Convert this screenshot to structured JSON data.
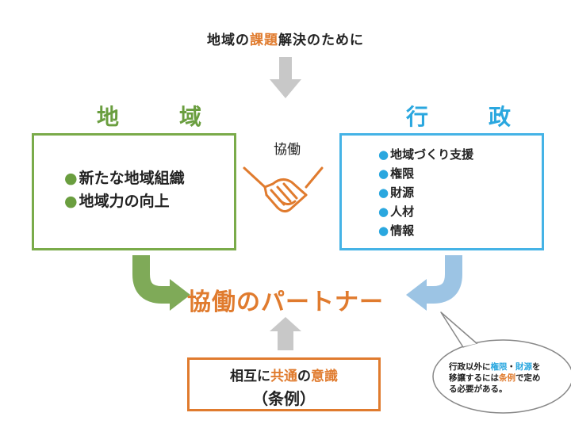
{
  "top_title": {
    "pre": "地域の",
    "highlight": "課題",
    "post": "解決のために"
  },
  "left": {
    "heading": "地　域",
    "items": [
      "新たな地域組織",
      "地域力の向上"
    ]
  },
  "right": {
    "heading": "行　政",
    "items": [
      "地域づくり支援",
      "権限",
      "財源",
      "人材",
      "情報"
    ]
  },
  "collab_label": "協働",
  "partner_title": "協働のパートナー",
  "bottom": {
    "line1_pre": "相互に",
    "line1_hl1": "共通",
    "line1_mid": "の",
    "line1_hl2": "意識",
    "line2": "（条例）"
  },
  "bubble": {
    "p1": "行政以外に",
    "p2": "権限",
    "p3": "・",
    "p4": "財源",
    "p5": "を",
    "p6": "移譲するには",
    "p7": "条例",
    "p8": "で定め",
    "p9": "る必要がある。"
  },
  "colors": {
    "green": "#6a9e3f",
    "blue": "#2aa7df",
    "orange": "#e07b2e",
    "gray_arrow": "#c8c8c8"
  },
  "icons": [
    "handshake-icon",
    "bullet-dot-icon",
    "arrow-down-icon",
    "arrow-up-icon"
  ]
}
